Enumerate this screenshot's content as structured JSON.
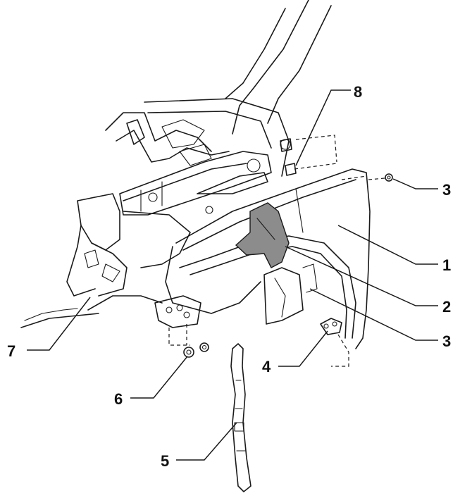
{
  "figure": {
    "callouts": [
      {
        "id": "c1",
        "label": "1"
      },
      {
        "id": "c2",
        "label": "2"
      },
      {
        "id": "c3a",
        "label": "3"
      },
      {
        "id": "c3b",
        "label": "3"
      },
      {
        "id": "c4",
        "label": "4"
      },
      {
        "id": "c5",
        "label": "5"
      },
      {
        "id": "c6",
        "label": "6"
      },
      {
        "id": "c7",
        "label": "7"
      },
      {
        "id": "c8",
        "label": "8"
      }
    ],
    "colors": {
      "line": "#1a1a1a",
      "highlight_part": "#8c8c8c",
      "background": "#ffffff"
    }
  }
}
